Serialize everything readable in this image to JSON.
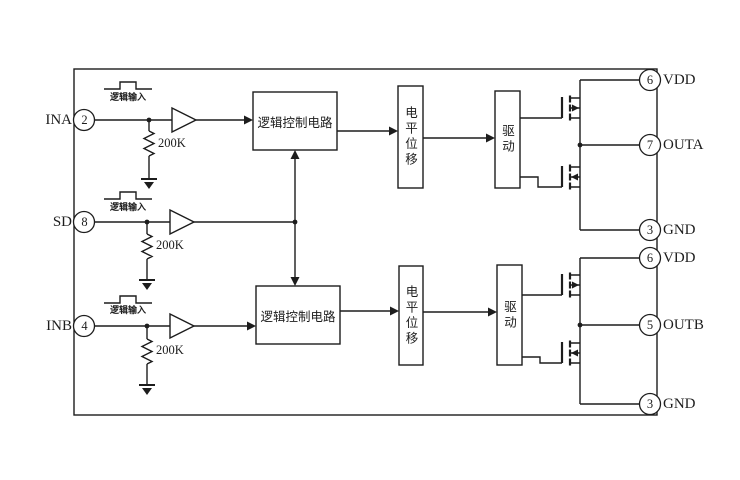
{
  "diagram": {
    "left_pins": [
      {
        "label": "INA",
        "number": "2"
      },
      {
        "label": "SD",
        "number": "8"
      },
      {
        "label": "INB",
        "number": "4"
      }
    ],
    "right_pins": [
      {
        "number": "6",
        "label": "VDD"
      },
      {
        "number": "7",
        "label": "OUTA"
      },
      {
        "number": "3",
        "label": "GND"
      },
      {
        "number": "6",
        "label": "VDD"
      },
      {
        "number": "5",
        "label": "OUTB"
      },
      {
        "number": "3",
        "label": "GND"
      }
    ],
    "blocks": {
      "logic_control_a": "逻辑控制电路",
      "logic_control_b": "逻辑控制电路",
      "level_shift_a": "电平位移",
      "level_shift_b": "电平位移",
      "drive_a": "驱动",
      "drive_b": "驱动"
    },
    "annotations": {
      "logic_input_a": "逻辑输入",
      "logic_input_sd": "逻辑输入",
      "logic_input_b": "逻辑输入",
      "resistor_a": "200K",
      "resistor_sd": "200K",
      "resistor_b": "200K"
    },
    "colors": {
      "line": "#1d1d1d",
      "background": "#ffffff"
    }
  }
}
